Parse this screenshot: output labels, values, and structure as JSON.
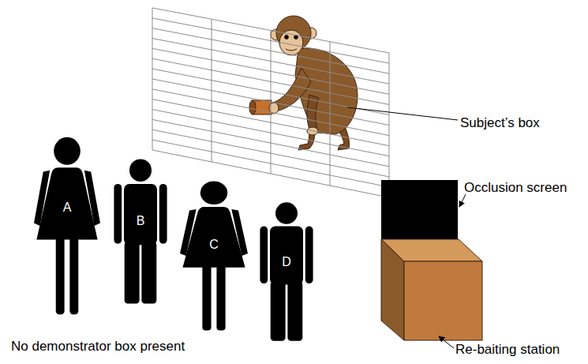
{
  "diagram": {
    "nodes": [
      {
        "text": [
          "A"
        ]
      },
      {
        "text": [
          "B"
        ]
      },
      {
        "text": [
          "C"
        ]
      },
      {
        "text": [
          "D"
        ]
      }
    ],
    "labels": [
      "Subject’s box",
      "Occlusion screen",
      "Re-baiting station",
      "No demonstrator box present"
    ]
  }
}
